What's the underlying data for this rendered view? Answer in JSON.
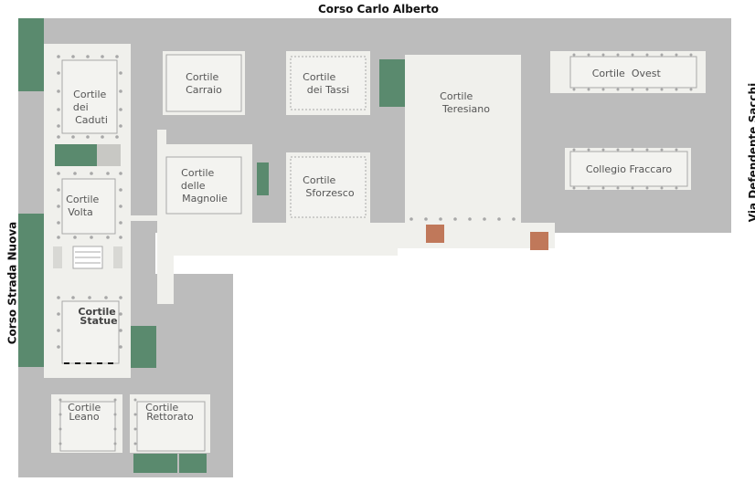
{
  "streets": {
    "top": "Corso Carlo Alberto",
    "left": "Corso Strada Nuova",
    "right": "Via Defendente Sacchi"
  },
  "courtyards": [
    {
      "id": "caduti",
      "lines": [
        "Cortile",
        "dei",
        "Caduti"
      ]
    },
    {
      "id": "carraio",
      "lines": [
        "Cortile",
        "Carraio"
      ]
    },
    {
      "id": "tassi",
      "lines": [
        "Cortile",
        "dei Tassi"
      ]
    },
    {
      "id": "teresiano",
      "lines": [
        "Cortile",
        "Teresiano"
      ]
    },
    {
      "id": "ovest",
      "lines": [
        "Cortile  Ovest"
      ]
    },
    {
      "id": "fraccaro",
      "lines": [
        "Collegio Fraccaro"
      ]
    },
    {
      "id": "volta",
      "lines": [
        "Cortile",
        "Volta"
      ]
    },
    {
      "id": "magnolie",
      "lines": [
        "Cortile",
        "delle",
        "Magnolie"
      ]
    },
    {
      "id": "sforzesco",
      "lines": [
        "Cortile",
        "Sforzesco"
      ]
    },
    {
      "id": "statue",
      "lines": [
        "Cortile",
        "Statue"
      ]
    },
    {
      "id": "leano",
      "lines": [
        "Cortile",
        "Leano"
      ]
    },
    {
      "id": "rettorato",
      "lines": [
        "Cortile",
        "Rettorato"
      ]
    }
  ],
  "colors": {
    "road": "#bcbcbc",
    "building": "#f0f0ec",
    "courtyard": "#f3f3f0",
    "green": "#5a8a6e",
    "brick": "#c0785a",
    "border": "#a8a8a8"
  }
}
